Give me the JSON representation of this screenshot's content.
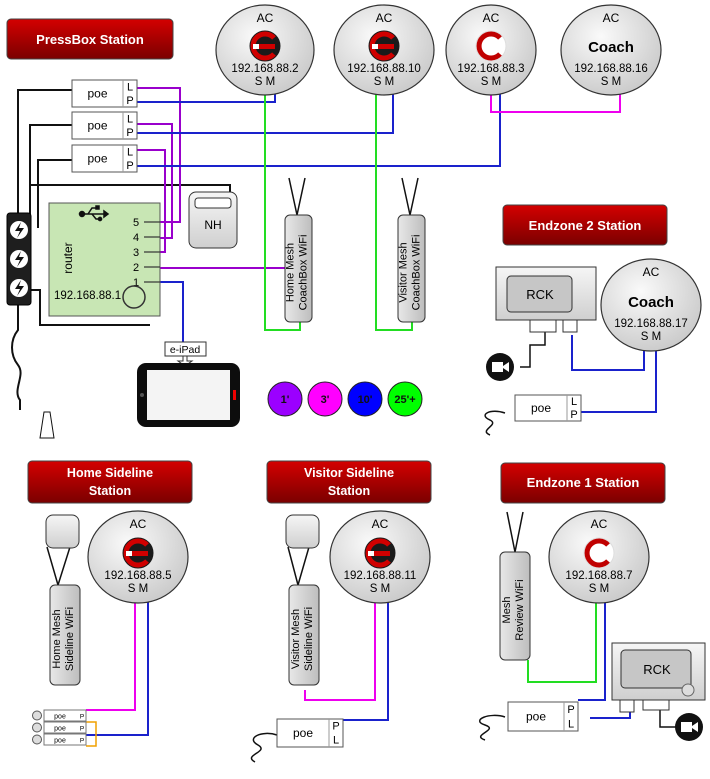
{
  "stations": {
    "pressbox": "PressBox Station",
    "endzone2": "Endzone 2 Station",
    "home_sideline": [
      "Home Sideline",
      "Station"
    ],
    "visitor_sideline": [
      "Visitor Sideline",
      "Station"
    ],
    "endzone1": "Endzone 1 Station"
  },
  "access_points": [
    {
      "id": "ap1",
      "label": "AC",
      "ip": "192.168.88.2",
      "ports": "S M",
      "logo": "coach-logo-dark"
    },
    {
      "id": "ap2",
      "label": "AC",
      "ip": "192.168.88.10",
      "ports": "S M",
      "logo": "coach-logo-dark"
    },
    {
      "id": "ap3",
      "label": "AC",
      "ip": "192.168.88.3",
      "ports": "S M",
      "logo": "coach-logo-light"
    },
    {
      "id": "ap4",
      "label": "AC",
      "ip": "192.168.88.16",
      "ports": "S M",
      "title": "Coach"
    },
    {
      "id": "ap5",
      "label": "AC",
      "ip": "192.168.88.17",
      "ports": "S M",
      "title": "Coach"
    },
    {
      "id": "ap6",
      "label": "AC",
      "ip": "192.168.88.5",
      "ports": "S M",
      "logo": "coach-logo-dark"
    },
    {
      "id": "ap7",
      "label": "AC",
      "ip": "192.168.88.11",
      "ports": "S M",
      "logo": "coach-logo-dark"
    },
    {
      "id": "ap8",
      "label": "AC",
      "ip": "192.168.88.7",
      "ports": "S M",
      "logo": "coach-logo-light"
    }
  ],
  "poe": {
    "label": "poe",
    "l": "L",
    "p": "P"
  },
  "router": {
    "label": "router",
    "ip": "192.168.88.1",
    "ports": [
      "5",
      "4",
      "3",
      "2",
      "1"
    ],
    "usb_icon": "usb-icon"
  },
  "nh": "NH",
  "ipad": "e-iPad",
  "mesh": {
    "home_coachbox": [
      "Home Mesh",
      "CoachBox WiFi"
    ],
    "visitor_coachbox": [
      "Visitor Mesh",
      "CoachBox WiFi"
    ],
    "home_sideline": [
      "Home Mesh",
      "Sideline WiFi"
    ],
    "visitor_sideline": [
      "Visitor Mesh",
      "Sideline WiFi"
    ],
    "review": [
      "Mesh",
      "Review WiFi"
    ]
  },
  "rck": "RCK",
  "legend": [
    {
      "label": "1'",
      "color": "#9b00ff"
    },
    {
      "label": "3'",
      "color": "#ff00ff"
    },
    {
      "label": "10'",
      "color": "#0000ff"
    },
    {
      "label": "25'+",
      "color": "#00ff00"
    }
  ],
  "colors": {
    "banner": "#a50000",
    "cable_green": "#22dd22",
    "cable_purple": "#9900cc",
    "cable_blue": "#1a22cc",
    "cable_magenta": "#ee00ee",
    "router_fill": "#c8e6b4"
  }
}
